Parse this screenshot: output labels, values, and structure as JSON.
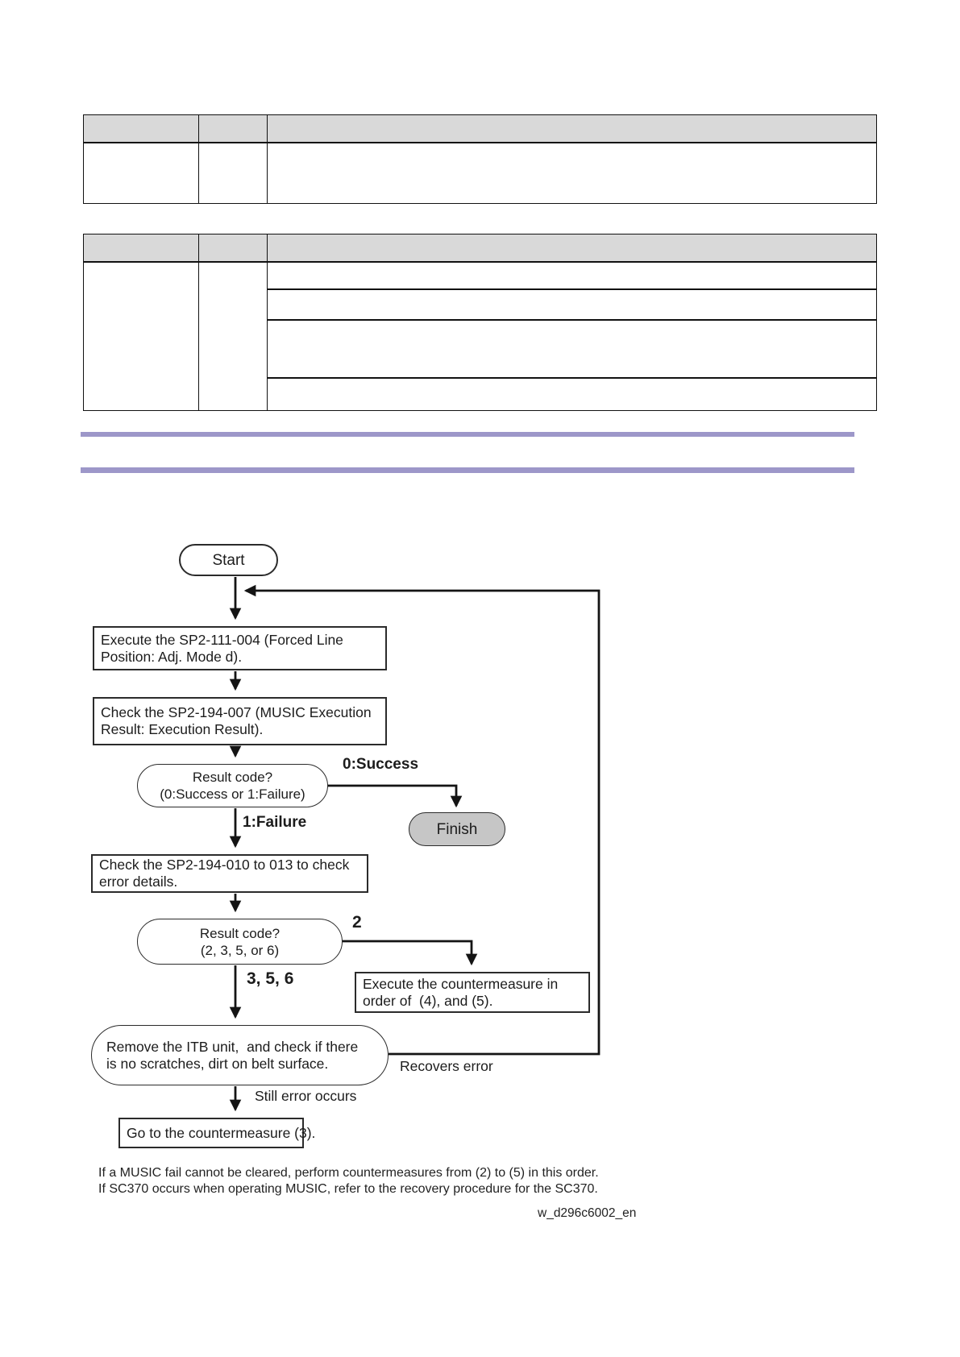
{
  "tables": {
    "header_bg": "#d9d9d9",
    "table1": {
      "header": [
        "",
        "",
        ""
      ],
      "body_row": [
        "",
        "",
        ""
      ]
    },
    "table2": {
      "header": [
        "",
        "",
        ""
      ],
      "col1": "",
      "col2": "",
      "col3_rows": [
        "",
        "",
        "",
        ""
      ]
    }
  },
  "dividers": {
    "color": "#9d97c9"
  },
  "flowchart": {
    "start_label": "Start",
    "finish_label": "Finish",
    "box_execute_sp2_111": {
      "lines": [
        "Execute the SP2-111-004 (Forced Line",
        "Position: Adj. Mode d)."
      ]
    },
    "box_check_sp2_194_007": {
      "lines": [
        "Check the SP2-194-007 (MUSIC Execution",
        "Result: Execution Result)."
      ]
    },
    "decision_result_code_1": {
      "lines": [
        "Result code?",
        "(0:Success or 1:Failure)"
      ]
    },
    "label_success": "0:Success",
    "label_failure": "1:Failure",
    "box_check_sp2_194_010": {
      "lines": [
        "Check the SP2-194-010 to 013 to check",
        "error details."
      ]
    },
    "decision_result_code_2": {
      "lines": [
        "Result code?",
        "(2, 3, 5, or 6)"
      ]
    },
    "label_code_2": "2",
    "label_code_356": "3, 5, 6",
    "box_countermeasure_4_5": {
      "lines": [
        "Execute the countermeasure in",
        "order of  (4), and (5)."
      ]
    },
    "stadium_remove_itb": {
      "lines": [
        "Remove the ITB unit,  and check if there",
        "is no scratches, dirt on belt surface."
      ]
    },
    "label_recovers_error": "Recovers error",
    "label_still_error": "Still error occurs",
    "box_goto_countermeasure_3": "Go to the countermeasure (3)."
  },
  "notes": {
    "line1": "If a MUSIC fail cannot be cleared, perform countermeasures from (2) to (5) in this order.",
    "line2": "If SC370 occurs when operating MUSIC, refer to the recovery procedure for the SC370.",
    "figure_id": "w_d296c6002_en"
  }
}
